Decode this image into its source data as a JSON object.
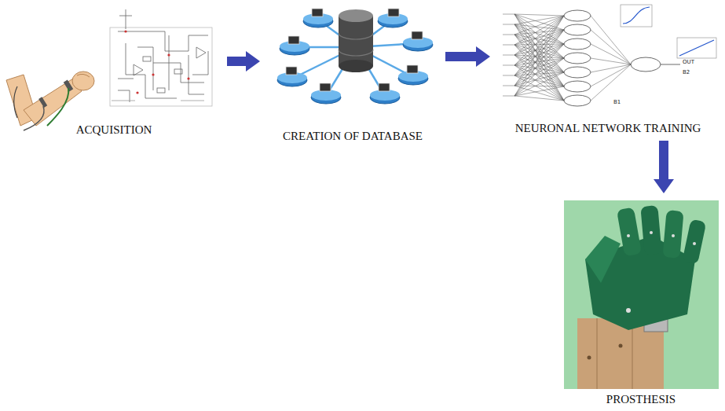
{
  "diagram": {
    "nodes": [
      {
        "text": [
          "ACQUISITION"
        ]
      },
      {
        "text": [
          "CREATION OF DATABASE"
        ]
      },
      {
        "text": [
          "NEURONAL NETWORK TRAINING"
        ]
      },
      {
        "text": [
          "PROSTHESIS"
        ]
      }
    ],
    "edges": [
      {
        "from": 0,
        "to": 1,
        "arrow": "to"
      },
      {
        "from": 1,
        "to": 2,
        "arrow": "to"
      },
      {
        "from": 2,
        "to": 3,
        "arrow": "to"
      }
    ],
    "labels": [
      "OUT",
      "B2",
      "B1"
    ]
  }
}
